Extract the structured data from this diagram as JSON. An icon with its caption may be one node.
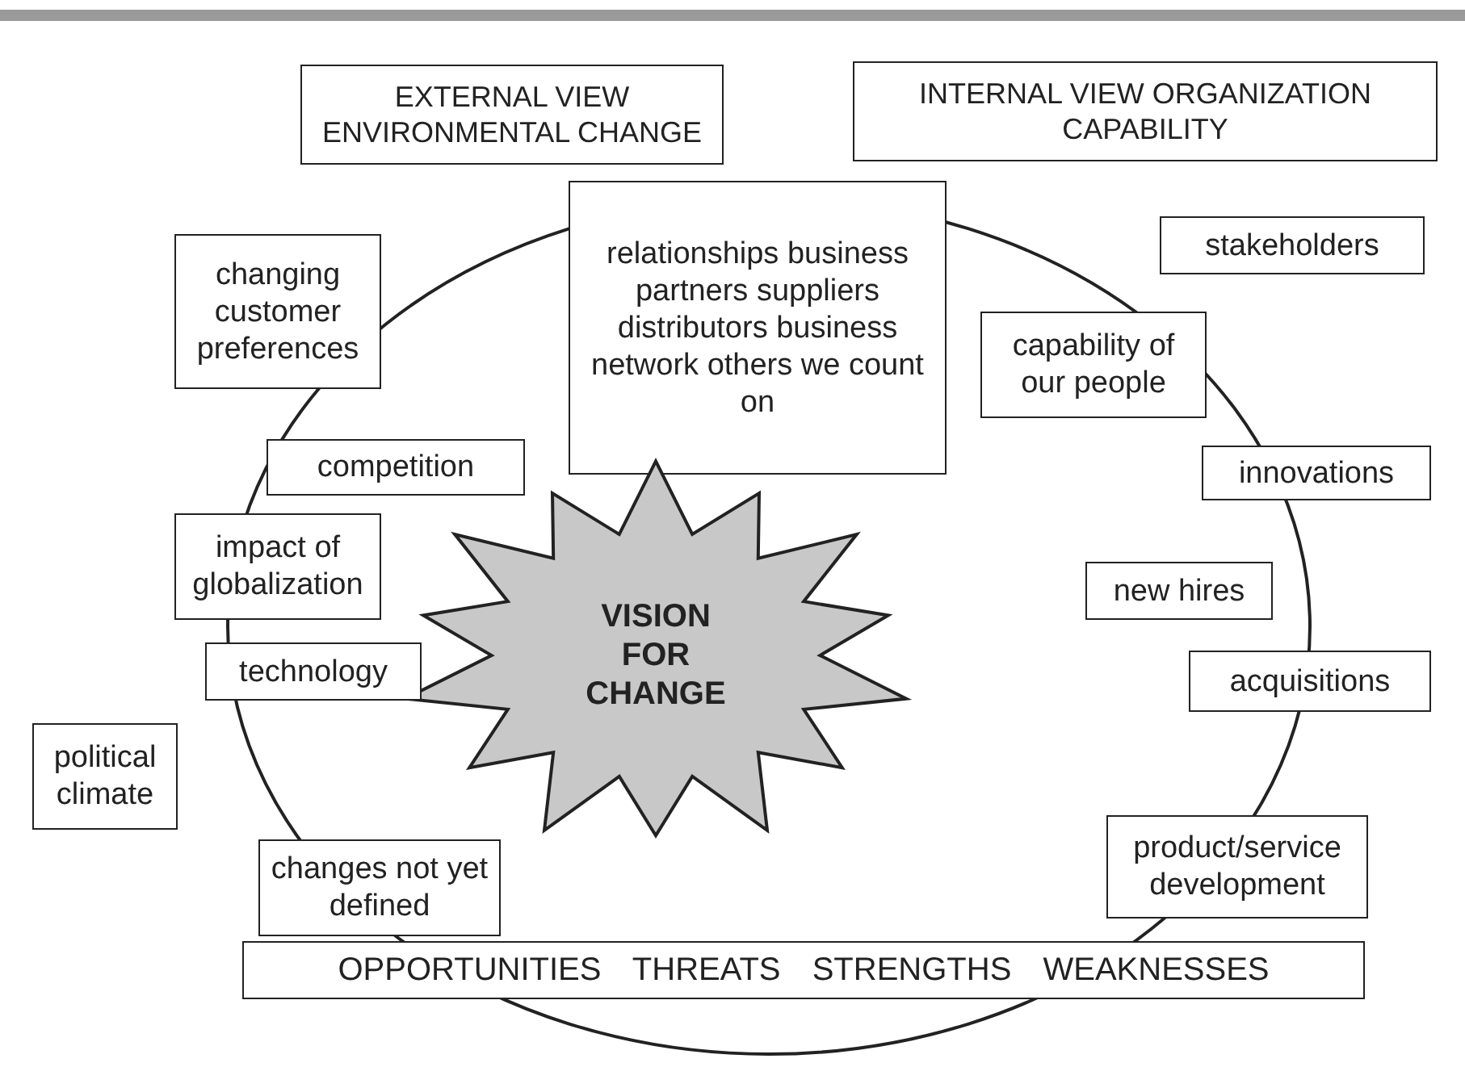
{
  "diagram": {
    "nodes": [
      {
        "text": [
          "EXTERNAL VIEW ENVIRONMENTAL CHANGE"
        ]
      },
      {
        "text": [
          "INTERNAL VIEW ORGANIZATION CAPABILITY"
        ]
      },
      {
        "text": [
          "relationships business partners suppliers distributors business network others we count on"
        ]
      },
      {
        "text": [
          "stakeholders"
        ]
      },
      {
        "text": [
          "changing customer preferences"
        ]
      },
      {
        "text": [
          "capability of our people"
        ]
      },
      {
        "text": [
          "competition"
        ]
      },
      {
        "text": [
          "innovations"
        ]
      },
      {
        "text": [
          "impact of globalization"
        ]
      },
      {
        "text": [
          "VISION FOR CHANGE"
        ]
      },
      {
        "text": [
          "new hires"
        ]
      },
      {
        "text": [
          "technology"
        ]
      },
      {
        "text": [
          "acquisitions"
        ]
      },
      {
        "text": [
          "political climate"
        ]
      },
      {
        "text": [
          "product/service development"
        ]
      },
      {
        "text": [
          "changes not yet defined"
        ]
      },
      {
        "text": [
          "OPPORTUNITIES THREATS STRENGTHS WEAKNESSES"
        ]
      }
    ],
    "edges": []
  }
}
